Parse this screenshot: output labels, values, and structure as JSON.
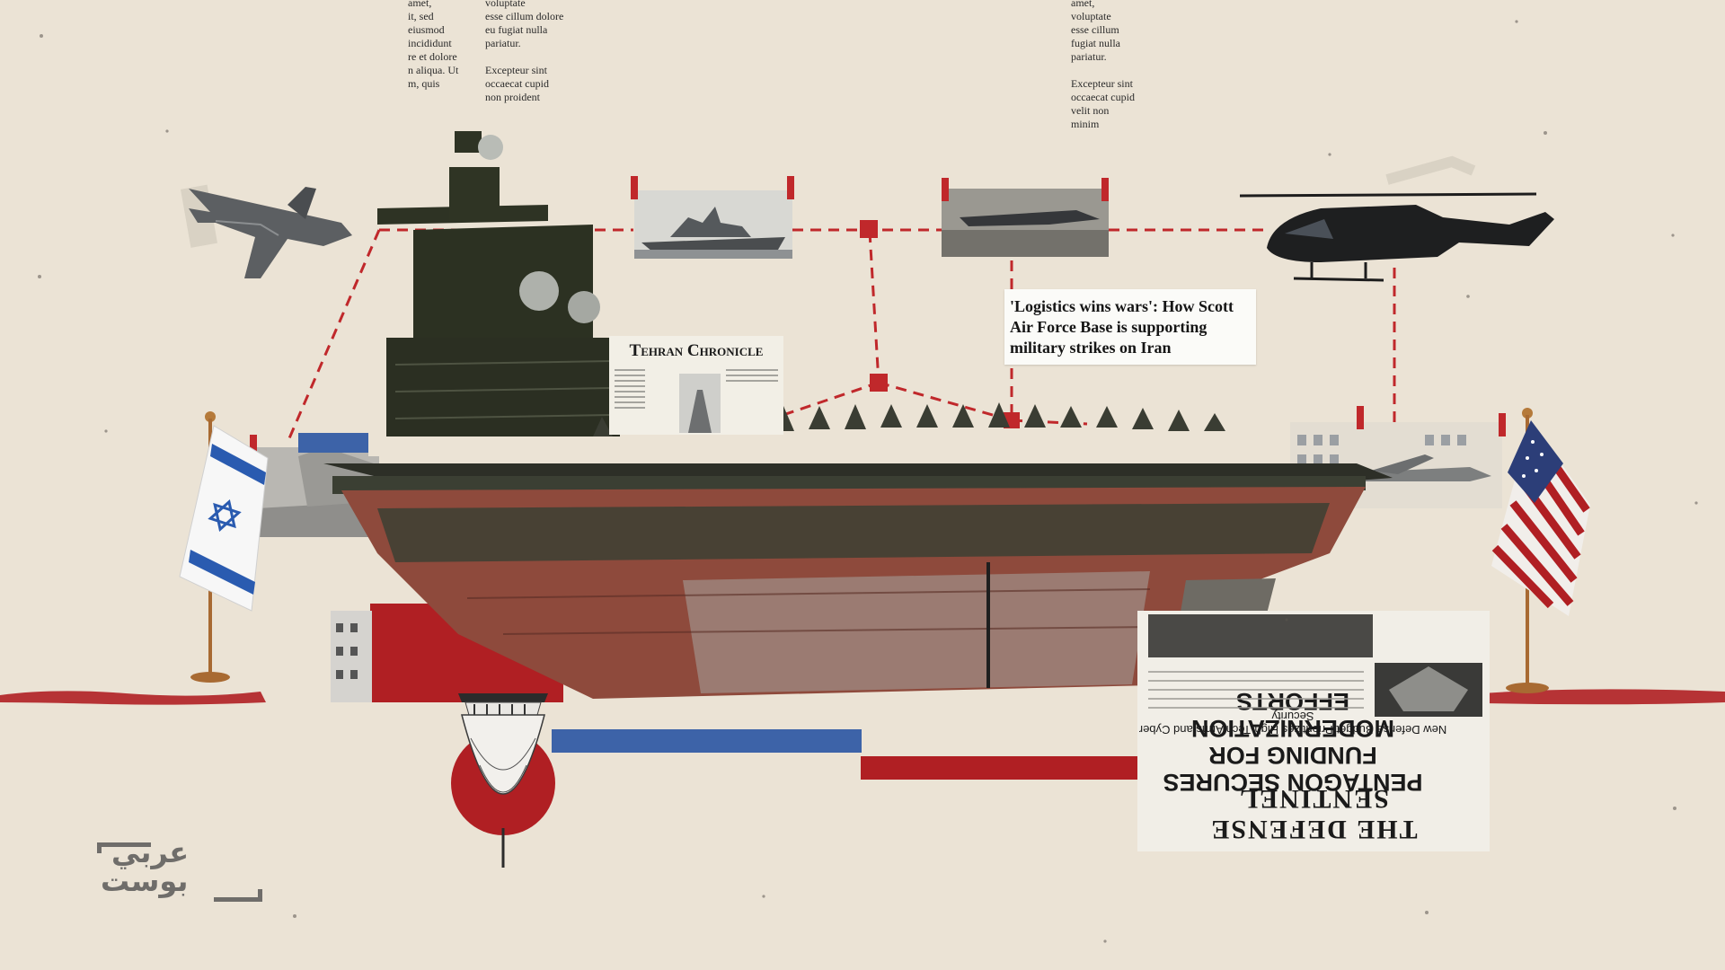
{
  "headline": {
    "text": "'Logistics wins wars': How Scott Air Force Base is supporting military strikes on Iran"
  },
  "tehran_chronicle": {
    "masthead": "Tehran Chronicle"
  },
  "defense_sentinel": {
    "masthead": "THE DEFENSE SENTINEL",
    "headline": "PENTAGON SECURES FUNDING FOR MODERNIZATION EFFORTS",
    "subhead": "New Defense Budget Prioritizes High-Tech Arms and Cyber Security"
  },
  "torn_text_left": {
    "col1": "amet,\nit, sed\neiusmod\nincididunt\nre et dolore\nn aliqua. Ut\nm, quis",
    "col2": "voluptate\nesse cillum dolore\neu fugiat nulla\npariatur.\n\nExcepteur sint\noccaecat cupid\nnon proident"
  },
  "torn_text_right": {
    "col1": "amet,\nvoluptate\nesse cillum\nfugiat nulla\npariatur.\n\nExcepteur sint\noccaecat cupid\nvelit non\nminim"
  },
  "logo": {
    "line1": "عربي",
    "line2": "بوست"
  },
  "colors": {
    "background": "#ebe3d5",
    "accent_red": "#b01f23",
    "accent_blue": "#3d63a8",
    "hull_red": "#8e4a3c",
    "hull_dark": "#2e3324",
    "logo_gray": "#6f6d6a"
  },
  "icons": {
    "israel_flag": "israel-flag-icon",
    "usa_flag": "usa-flag-icon",
    "capitol": "capitol-dome-icon",
    "jet": "fighter-jet-icon",
    "helicopter": "helicopter-icon"
  }
}
